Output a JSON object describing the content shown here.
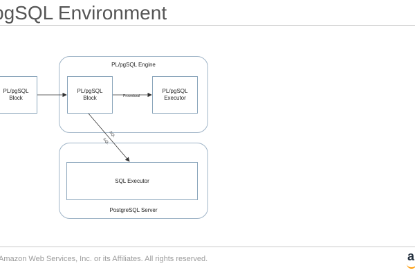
{
  "slide": {
    "title": "pgSQL Environment",
    "footer": "Amazon Web Services, Inc. or its Affiliates. All rights reserved.",
    "logo_fragment": "a"
  },
  "diagram": {
    "external_block": "PL/pgSQL\nBlock",
    "engine_group": {
      "label": "PL/pgSQL Engine",
      "block": "PL/pgSQL\nBlock",
      "executor": "PL/pgSQL\nExecutor"
    },
    "server_group": {
      "label": "PostgreSQL Server",
      "sql_executor": "SQL Executor"
    },
    "edges": {
      "procedural": "Procedural",
      "sql_a": "SQL",
      "sql_b": "SQL"
    }
  },
  "colors": {
    "box_border": "#8aa5bb",
    "group_border": "#9fb4c7",
    "arrow": "#333333",
    "logo_smile": "#ff9900"
  }
}
